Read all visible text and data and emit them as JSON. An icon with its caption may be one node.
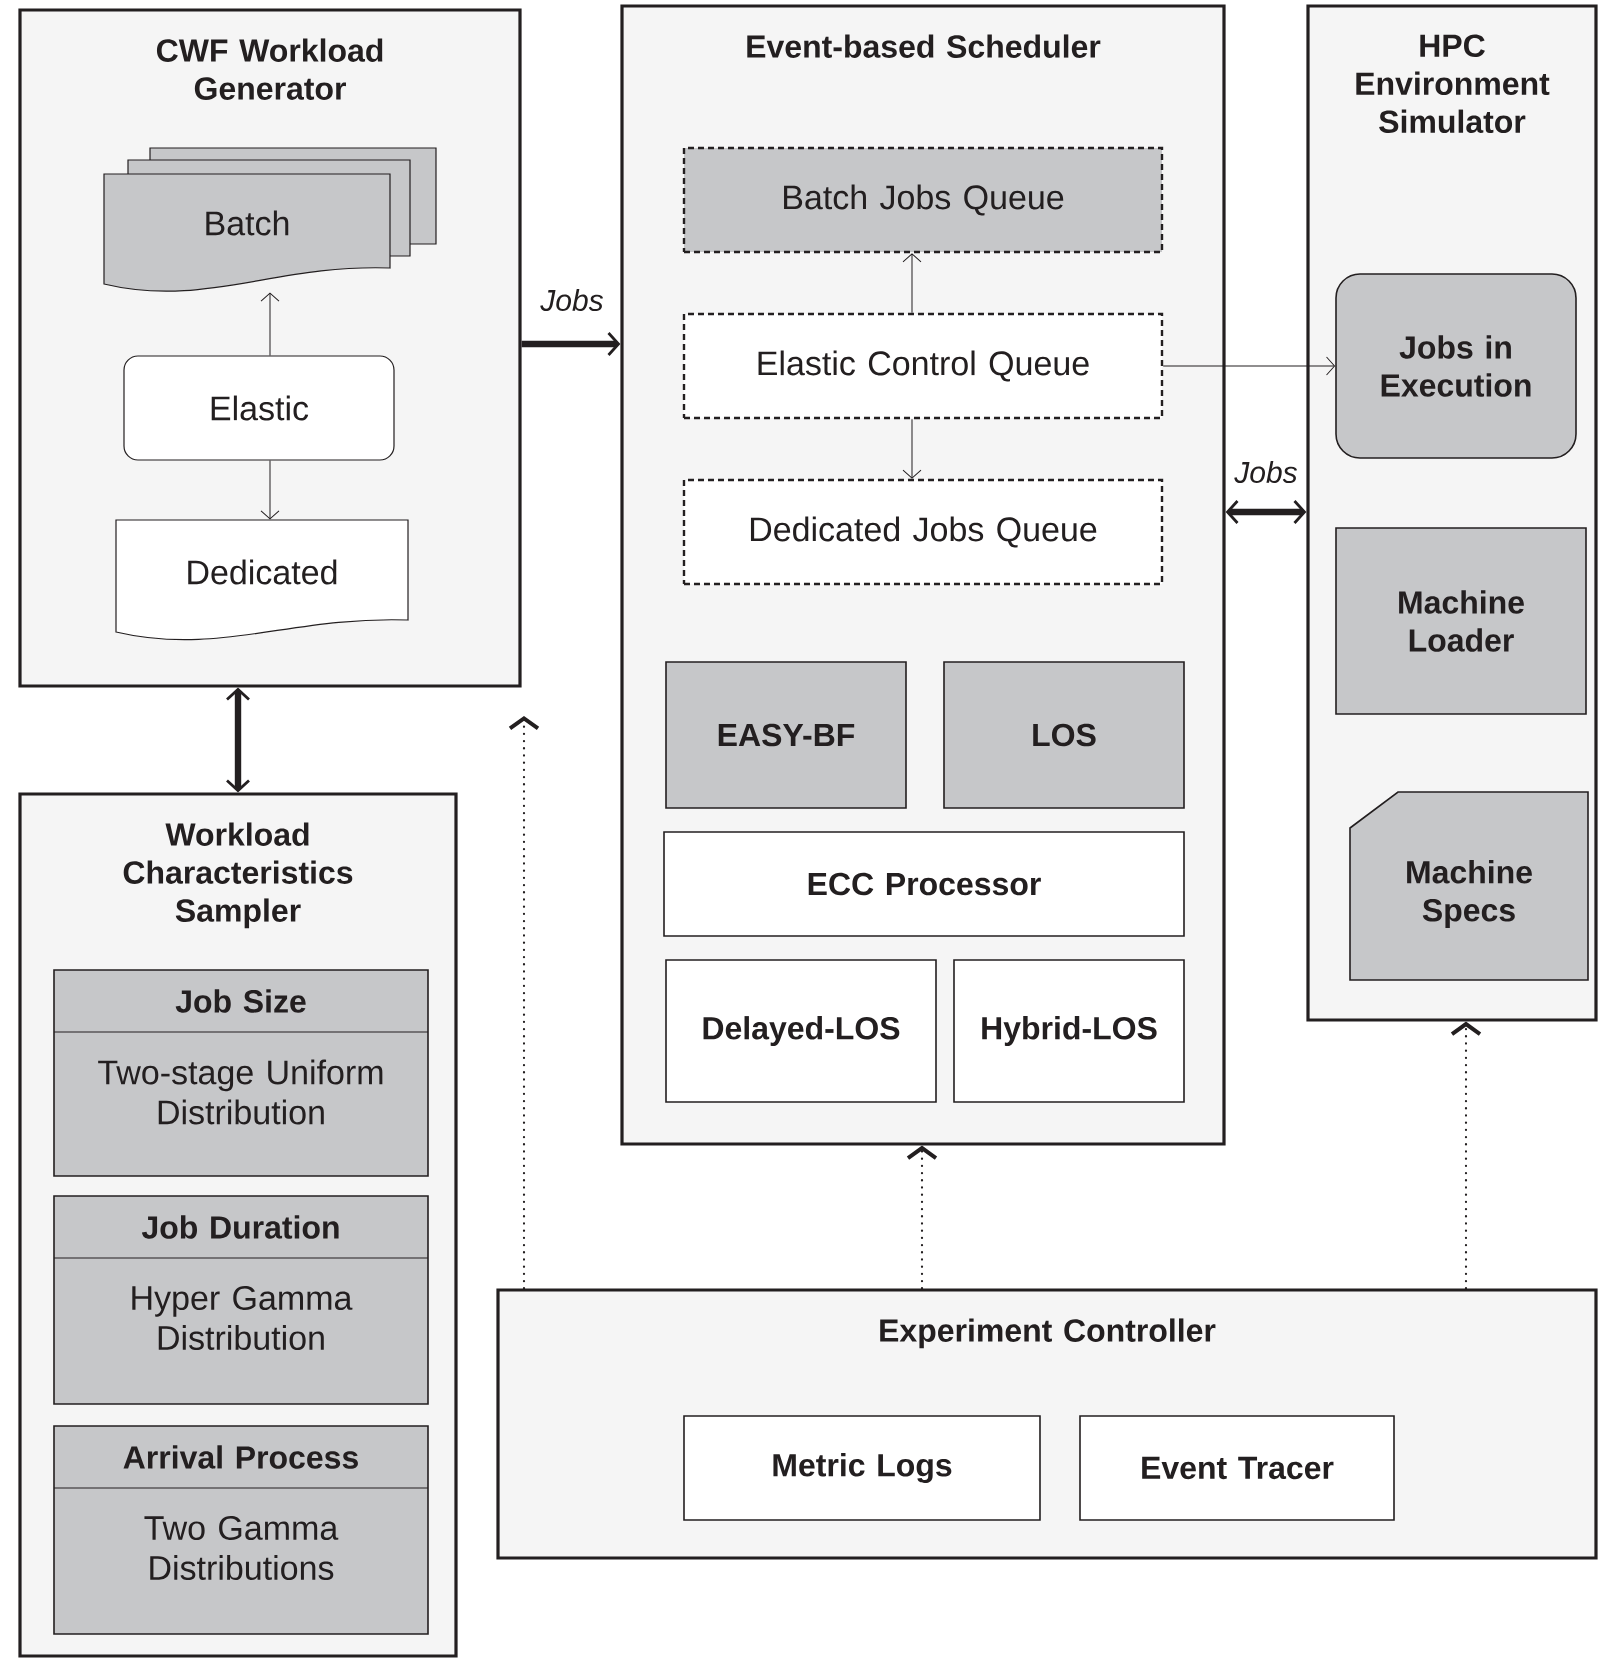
{
  "diagram": {
    "nodes": [
      {
        "text": [
          "CWF Workload Generator"
        ]
      },
      {
        "text": [
          "Batch"
        ],
        "in": 0
      },
      {
        "text": [
          "Elastic"
        ],
        "in": 0
      },
      {
        "text": [
          "Dedicated"
        ],
        "in": 0
      },
      {
        "text": [
          "Workload Characteristics Sampler"
        ]
      },
      {
        "text": [
          "Job Size",
          "Two-stage Uniform Distribution"
        ],
        "in": 4
      },
      {
        "text": [
          "Job Duration",
          "Hyper Gamma Distribution"
        ],
        "in": 4
      },
      {
        "text": [
          "Arrival Process",
          "Two Gamma Distributions"
        ],
        "in": 4
      },
      {
        "text": [
          "Event-based Scheduler"
        ]
      },
      {
        "text": [
          "Batch Jobs Queue"
        ],
        "in": 8
      },
      {
        "text": [
          "Elastic Control Queue"
        ],
        "in": 8
      },
      {
        "text": [
          "Dedicated Jobs Queue"
        ],
        "in": 8
      },
      {
        "text": [
          "EASY-BF"
        ],
        "in": 8
      },
      {
        "text": [
          "LOS"
        ],
        "in": 8
      },
      {
        "text": [
          "ECC Processor"
        ],
        "in": 8
      },
      {
        "text": [
          "Delayed-LOS"
        ],
        "in": 8
      },
      {
        "text": [
          "Hybrid-LOS"
        ],
        "in": 8
      },
      {
        "text": [
          "HPC Environment Simulator"
        ]
      },
      {
        "text": [
          "Jobs in Execution"
        ],
        "in": 17
      },
      {
        "text": [
          "Machine Loader"
        ],
        "in": 17
      },
      {
        "text": [
          "Machine Specs"
        ],
        "in": 17
      },
      {
        "text": [
          "Experiment Controller"
        ]
      },
      {
        "text": [
          "Metric Logs"
        ],
        "in": 21
      },
      {
        "text": [
          "Event Tracer"
        ],
        "in": 21
      }
    ],
    "edges": [
      {
        "from": 0,
        "to": 8,
        "arrow": "to",
        "label": "Jobs",
        "style": "thick"
      },
      {
        "from": 2,
        "to": 1,
        "arrow": "to"
      },
      {
        "from": 2,
        "to": 3,
        "arrow": "to"
      },
      {
        "from": 10,
        "to": 9,
        "arrow": "to"
      },
      {
        "from": 10,
        "to": 11,
        "arrow": "to"
      },
      {
        "from": 10,
        "to": 18,
        "arrow": "to"
      },
      {
        "from": 8,
        "to": 17,
        "arrow": "both",
        "label": "Jobs",
        "style": "thick"
      },
      {
        "from": 0,
        "to": 4,
        "arrow": "both",
        "style": "thick"
      },
      {
        "from": 21,
        "to": null,
        "arrow": "to",
        "style": "dashed"
      },
      {
        "from": 21,
        "to": 8,
        "arrow": "to",
        "style": "dashed"
      },
      {
        "from": 21,
        "to": 17,
        "arrow": "to",
        "style": "dashed"
      }
    ]
  }
}
